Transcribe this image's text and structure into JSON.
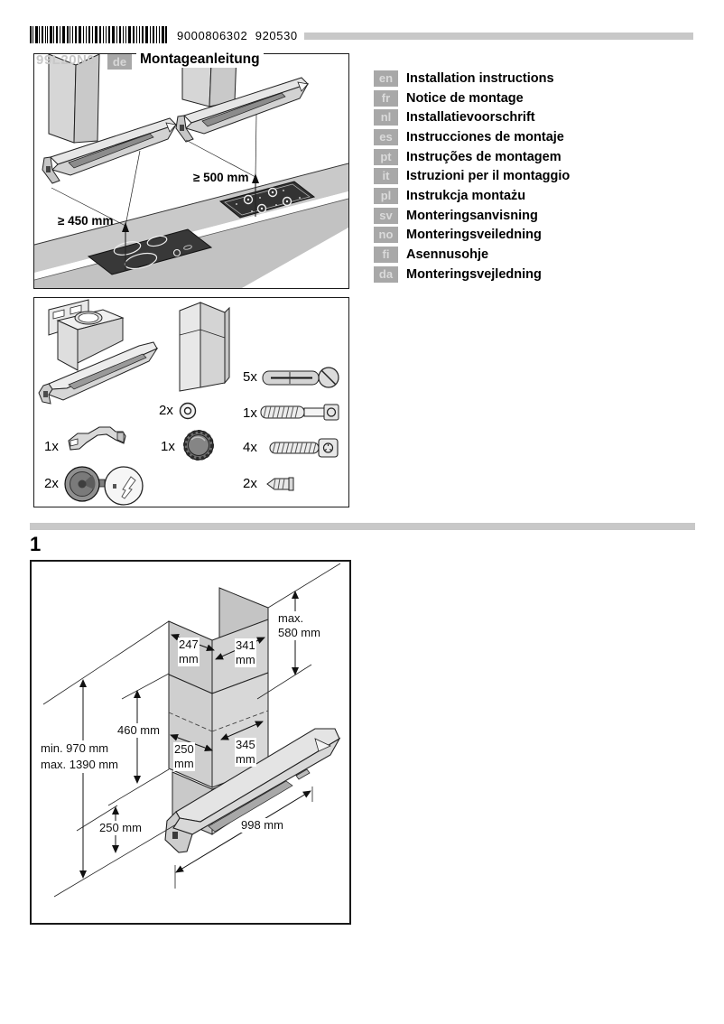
{
  "header": {
    "code1": "9000806302",
    "code2": "920530",
    "model": "99L20N0",
    "doc_lang_tag": "de",
    "title": "Montageanleitung"
  },
  "languages": [
    {
      "tag": "en",
      "label": "Installation instructions"
    },
    {
      "tag": "fr",
      "label": "Notice de montage"
    },
    {
      "tag": "nl",
      "label": "Installatievoorschrift"
    },
    {
      "tag": "es",
      "label": "Instrucciones de montaje"
    },
    {
      "tag": "pt",
      "label": "Instruções de montagem"
    },
    {
      "tag": "it",
      "label": "Istruzioni per il montaggio"
    },
    {
      "tag": "pl",
      "label": "Instrukcja montażu"
    },
    {
      "tag": "sv",
      "label": "Monteringsanvisning"
    },
    {
      "tag": "no",
      "label": "Monteringsveiledning"
    },
    {
      "tag": "fi",
      "label": "Asennusohje"
    },
    {
      "tag": "da",
      "label": "Monteringsvejledning"
    }
  ],
  "clearances": {
    "electric": "≥ 450 mm",
    "gas": "≥ 500 mm"
  },
  "parts": {
    "bracket_qty": "1x",
    "carbon_filter_qty": "2x",
    "washer_qty": "2x",
    "knob_qty": "1x",
    "wall_anchor_qty": "5x",
    "hanger_bolt_qty": "1x",
    "screw_qty": "4x",
    "small_screw_qty": "2x"
  },
  "step1": {
    "number": "1",
    "dims": {
      "chimney_max_line1": "max.",
      "chimney_max_line2": "580 mm",
      "top_depth_line1": "247",
      "top_depth_line2": "mm",
      "top_width_line1": "341",
      "top_width_line2": "mm",
      "mid_height": "460 mm",
      "low_depth_line1": "250",
      "low_depth_line2": "mm",
      "low_width_line1": "345",
      "low_width_line2": "mm",
      "total_min": "min. 970 mm",
      "total_max": "max. 1390 mm",
      "hood_bottom": "250 mm",
      "hood_width": "998 mm"
    }
  },
  "colors": {
    "divider_gray": "#c8c8c8",
    "tag_bg": "#a8a8a8",
    "tag_text": "#d8d8d8",
    "drawing_gray": "#cfcfcf"
  }
}
